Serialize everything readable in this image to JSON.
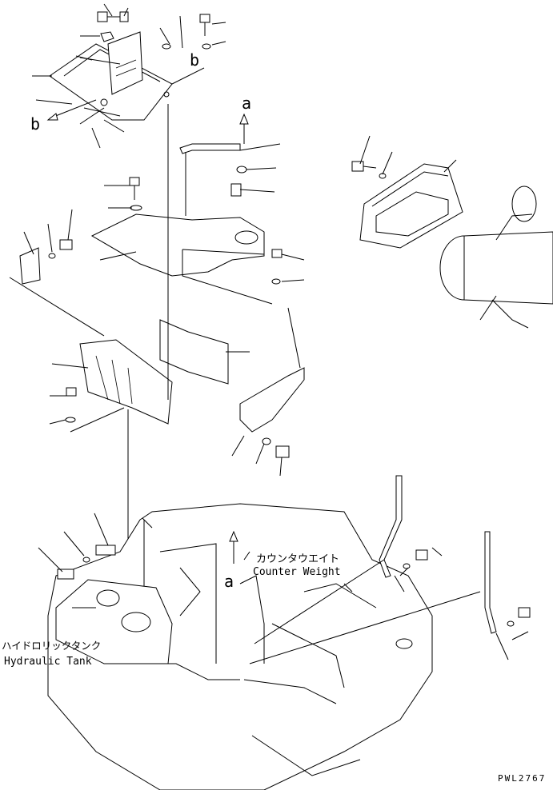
{
  "labels": {
    "ref_a_top": "a",
    "ref_a_bottom": "a",
    "ref_b_top": "b",
    "ref_b_left": "b",
    "counter_weight_jp": "カウンタウエイト",
    "counter_weight_en": "Counter Weight",
    "hydraulic_tank_jp": "ハイドロリックタンク",
    "hydraulic_tank_en": "Hydraulic Tank",
    "drawing_code": "PWL2767"
  }
}
